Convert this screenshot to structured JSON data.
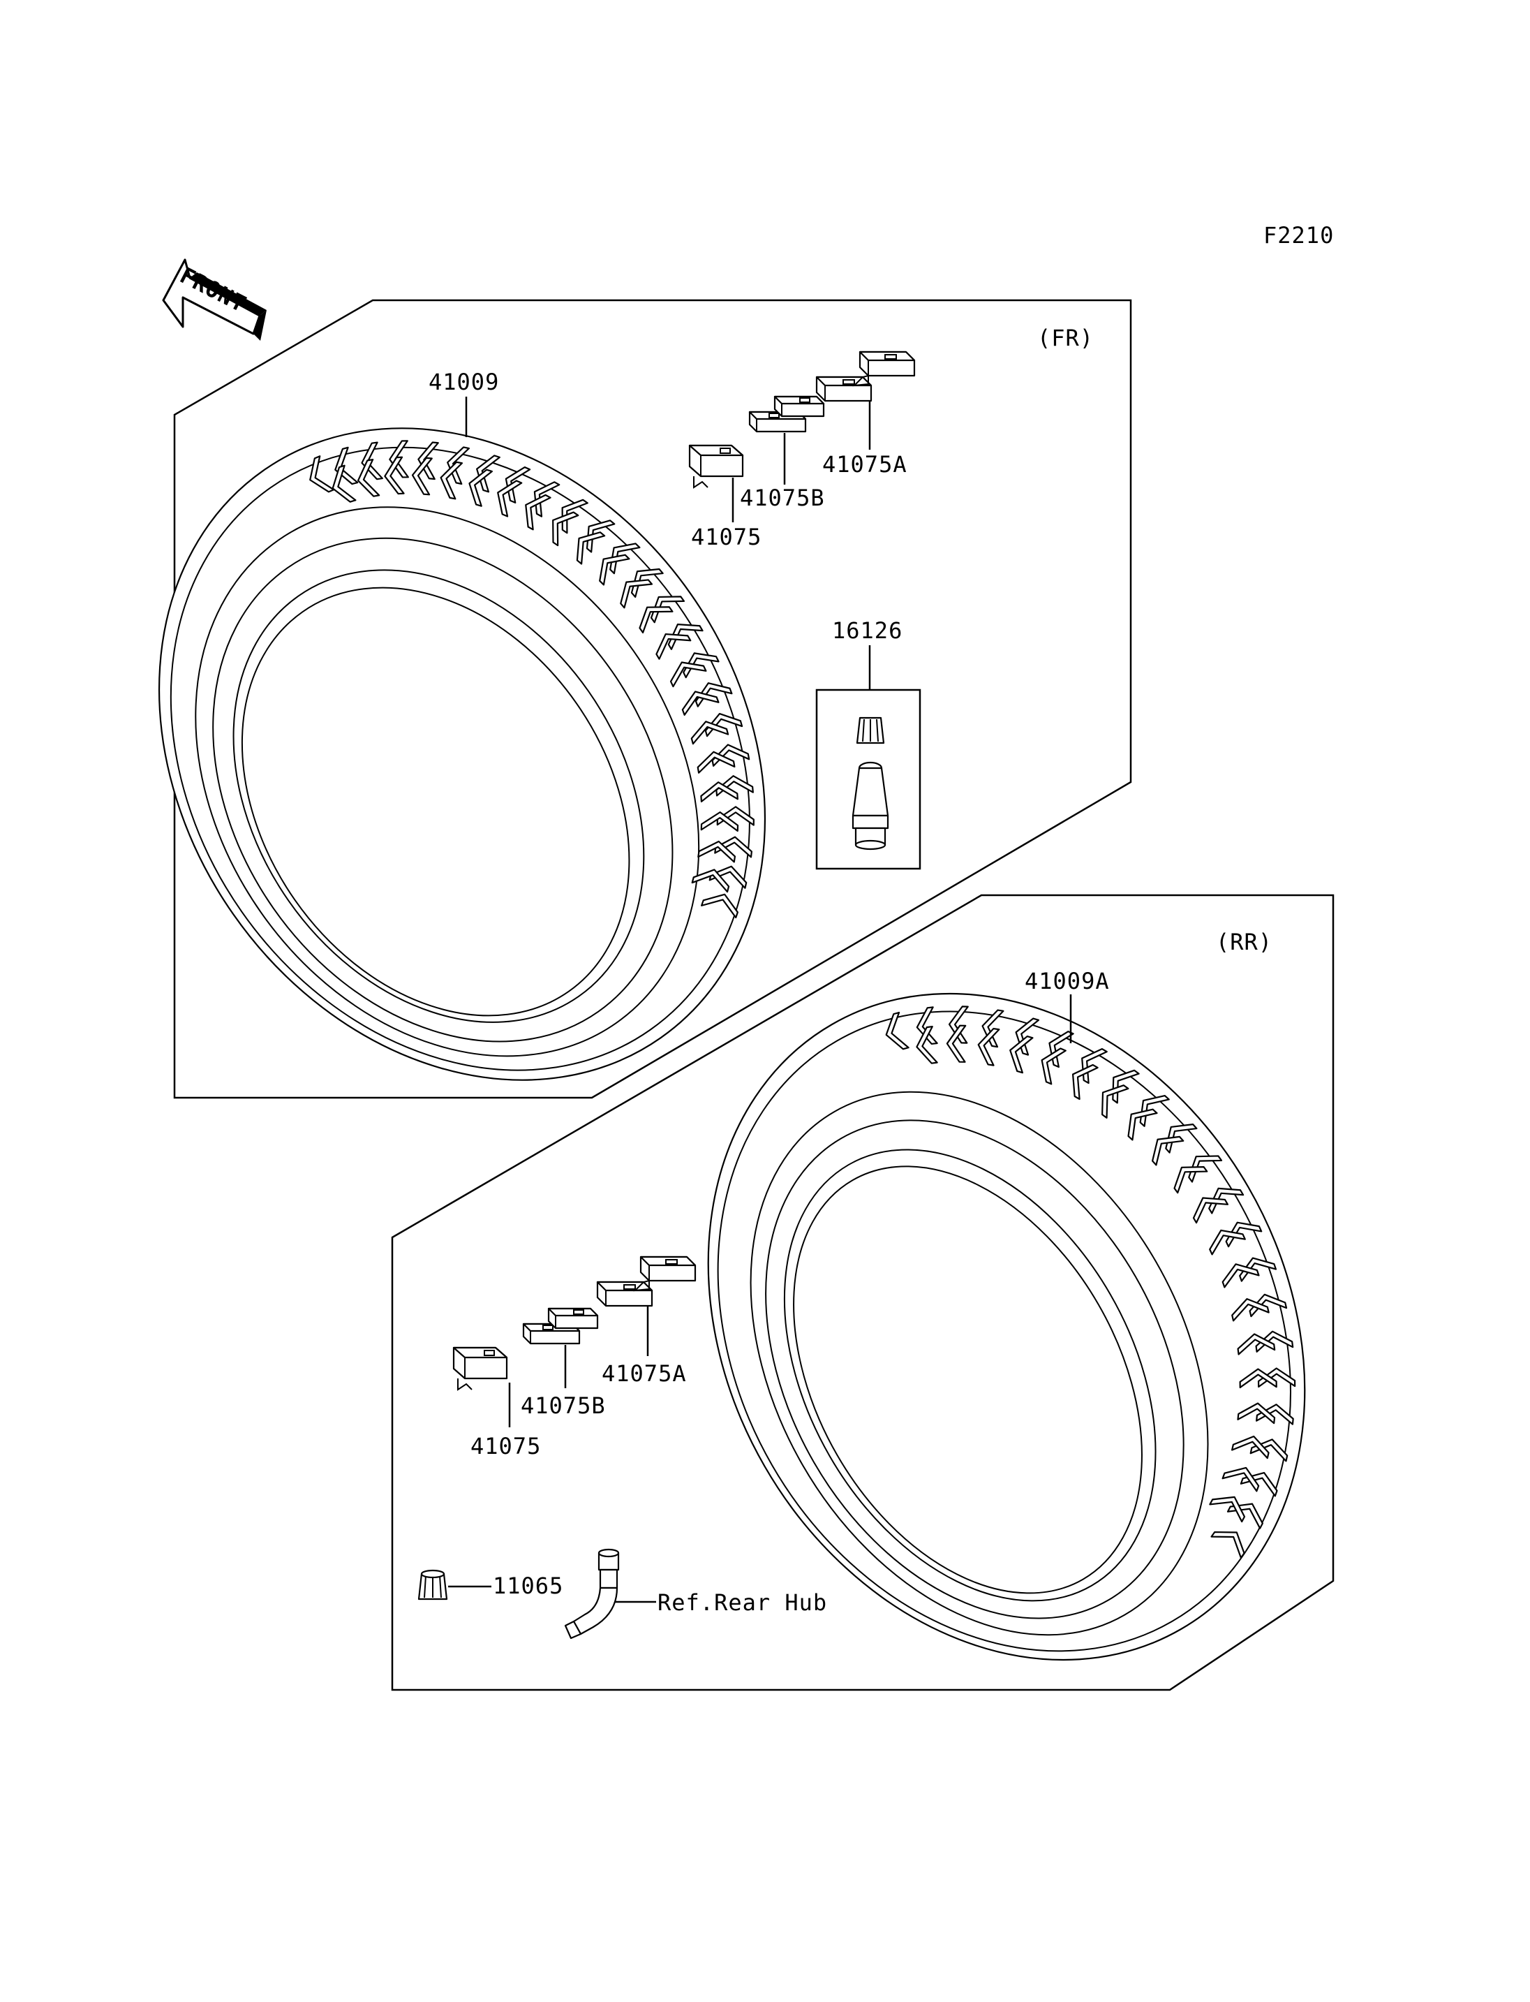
{
  "figure_code": "F2210",
  "front_arrow": {
    "text": "FRONT"
  },
  "front_panel": {
    "label": "(FR)",
    "parts": {
      "tire": "41009",
      "weight": "41075",
      "weight_b": "41075B",
      "weight_a": "41075A",
      "valve": "16126"
    }
  },
  "rear_panel": {
    "label": "(RR)",
    "parts": {
      "tire": "41009A",
      "weight": "41075",
      "weight_b": "41075B",
      "weight_a": "41075A",
      "cap": "11065",
      "valve_ref": "Ref.Rear Hub"
    }
  },
  "colors": {
    "ink": "#000000",
    "paper": "#ffffff"
  }
}
